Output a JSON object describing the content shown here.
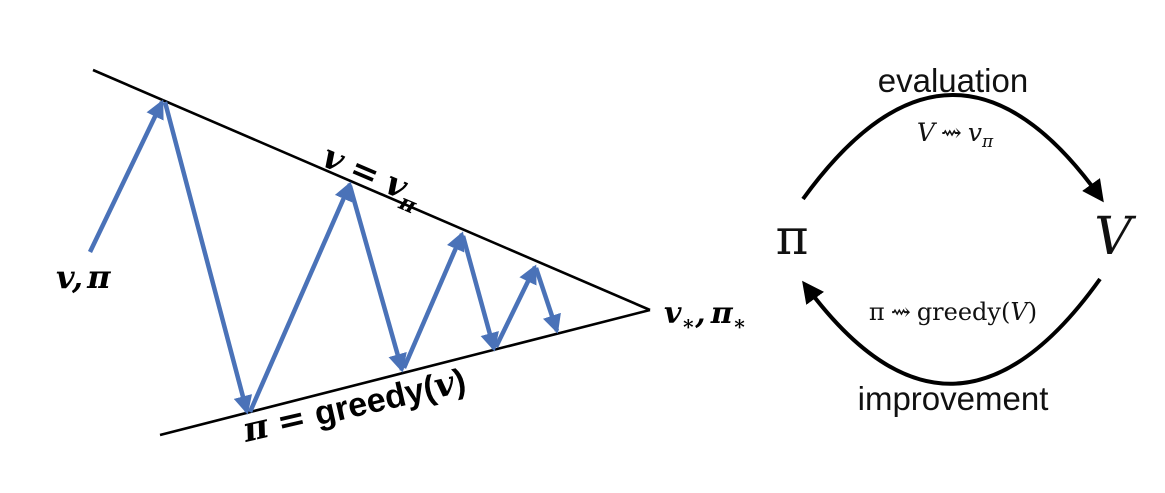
{
  "left_diagram": {
    "start_label": {
      "v": "v",
      "comma": ",",
      "pi": "π"
    },
    "upper_line_label": {
      "v": "v",
      "eq": "=",
      "v2": "v",
      "sub": "π"
    },
    "lower_line_label": {
      "pi": "π",
      "eq": "=",
      "greedy": "greedy",
      "lparen": "(",
      "v": "v",
      "rparen": ")"
    },
    "end_label": {
      "v": "v",
      "vsub": "∗",
      "comma": ",",
      "pi": "π",
      "pisub": "∗"
    }
  },
  "right_diagram": {
    "evaluation_label": "evaluation",
    "evaluation_formula": {
      "lhs": "V",
      "arrow": "⇝",
      "rhs": "v",
      "sub": "π"
    },
    "improvement_label": "improvement",
    "improvement_formula": {
      "lhs": "π",
      "arrow": "⇝",
      "func": "greedy",
      "lparen": "(",
      "arg": "V",
      "rparen": ")"
    },
    "policy_node": "π",
    "value_node": "V"
  },
  "colors": {
    "arrow_blue": "#4a72b8",
    "line": "#000000"
  }
}
